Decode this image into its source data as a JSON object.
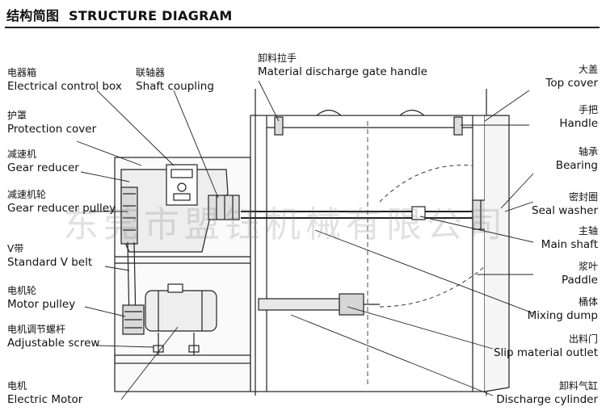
{
  "title": {
    "zh": "结构简图",
    "en": "STRUCTURE DIAGRAM"
  },
  "labels": {
    "electrical_control_box": {
      "zh": "电器箱",
      "en": "Electrical control box"
    },
    "shaft_coupling": {
      "zh": "联轴器",
      "en": "Shaft coupling"
    },
    "protection_cover": {
      "zh": "护罩",
      "en": "Protection cover"
    },
    "gear_reducer": {
      "zh": "减速机",
      "en": "Gear reducer"
    },
    "gear_reducer_pulley": {
      "zh": "减速机轮",
      "en": "Gear reducer pulley"
    },
    "standard_v_belt": {
      "zh": "V带",
      "en": "Standard V belt"
    },
    "motor_pulley": {
      "zh": "电机轮",
      "en": "Motor pulley"
    },
    "adjustable_screw": {
      "zh": "电机调节螺杆",
      "en": "Adjustable screw"
    },
    "electric_motor": {
      "zh": "电机",
      "en": "Electric Motor"
    },
    "discharge_gate_handle": {
      "zh": "卸料拉手",
      "en": "Material discharge gate handle"
    },
    "top_cover": {
      "zh": "大盖",
      "en": "Top cover"
    },
    "handle": {
      "zh": "手把",
      "en": "Handle"
    },
    "bearing": {
      "zh": "轴承",
      "en": "Bearing"
    },
    "seal_washer": {
      "zh": "密封圈",
      "en": "Seal washer"
    },
    "main_shaft": {
      "zh": "主轴",
      "en": "Main shaft"
    },
    "paddle": {
      "zh": "浆叶",
      "en": "Paddle"
    },
    "mixing_dump": {
      "zh": "桶体",
      "en": "Mixing dump"
    },
    "slip_material_outlet": {
      "zh": "出料门",
      "en": "Slip material outlet"
    },
    "discharge_cylinder": {
      "zh": "卸料气缸",
      "en": "Discharge cylinder"
    }
  },
  "watermark": "东莞市盟钰机械有限公司",
  "colors": {
    "line": "#222222",
    "fill": "#f2f2f2",
    "panel": "#e6e6e6"
  }
}
